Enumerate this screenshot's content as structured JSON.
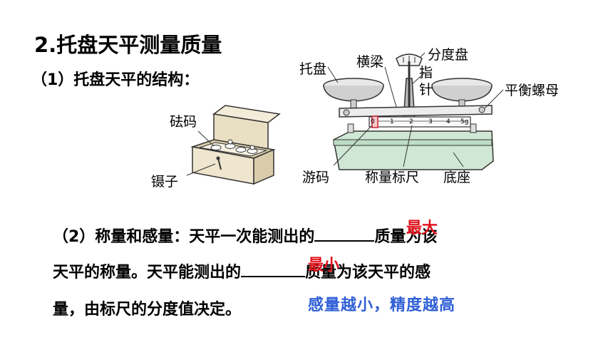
{
  "heading": {
    "title": "2.托盘天平测量质量",
    "subtitle": "（1）托盘天平的结构："
  },
  "labels": {
    "weights": "砝码",
    "tweezers": "镊子",
    "tray": "托盘",
    "beam": "横梁",
    "dial": "分度盘",
    "pointer": "指针",
    "nut": "平衡螺母",
    "rider": "游码",
    "scale": "称量标尺",
    "base": "底座"
  },
  "scale_ticks": [
    "0",
    "1",
    "2",
    "3",
    "4",
    "5g"
  ],
  "paragraph": {
    "line1_prefix": "（2）称量和感量：天平一次能测出的",
    "line1_suffix": "质量为该",
    "line2_prefix": "天平的称量。天平能测出的",
    "line2_suffix": "质量为该天平的感",
    "line3": "量，由标尺的分度值决定。"
  },
  "answers": {
    "blank1": "最大",
    "blank2": "最小"
  },
  "note": "感量越小，精度越高",
  "colors": {
    "answer": "#e0161e",
    "note": "#2f5fd6"
  }
}
